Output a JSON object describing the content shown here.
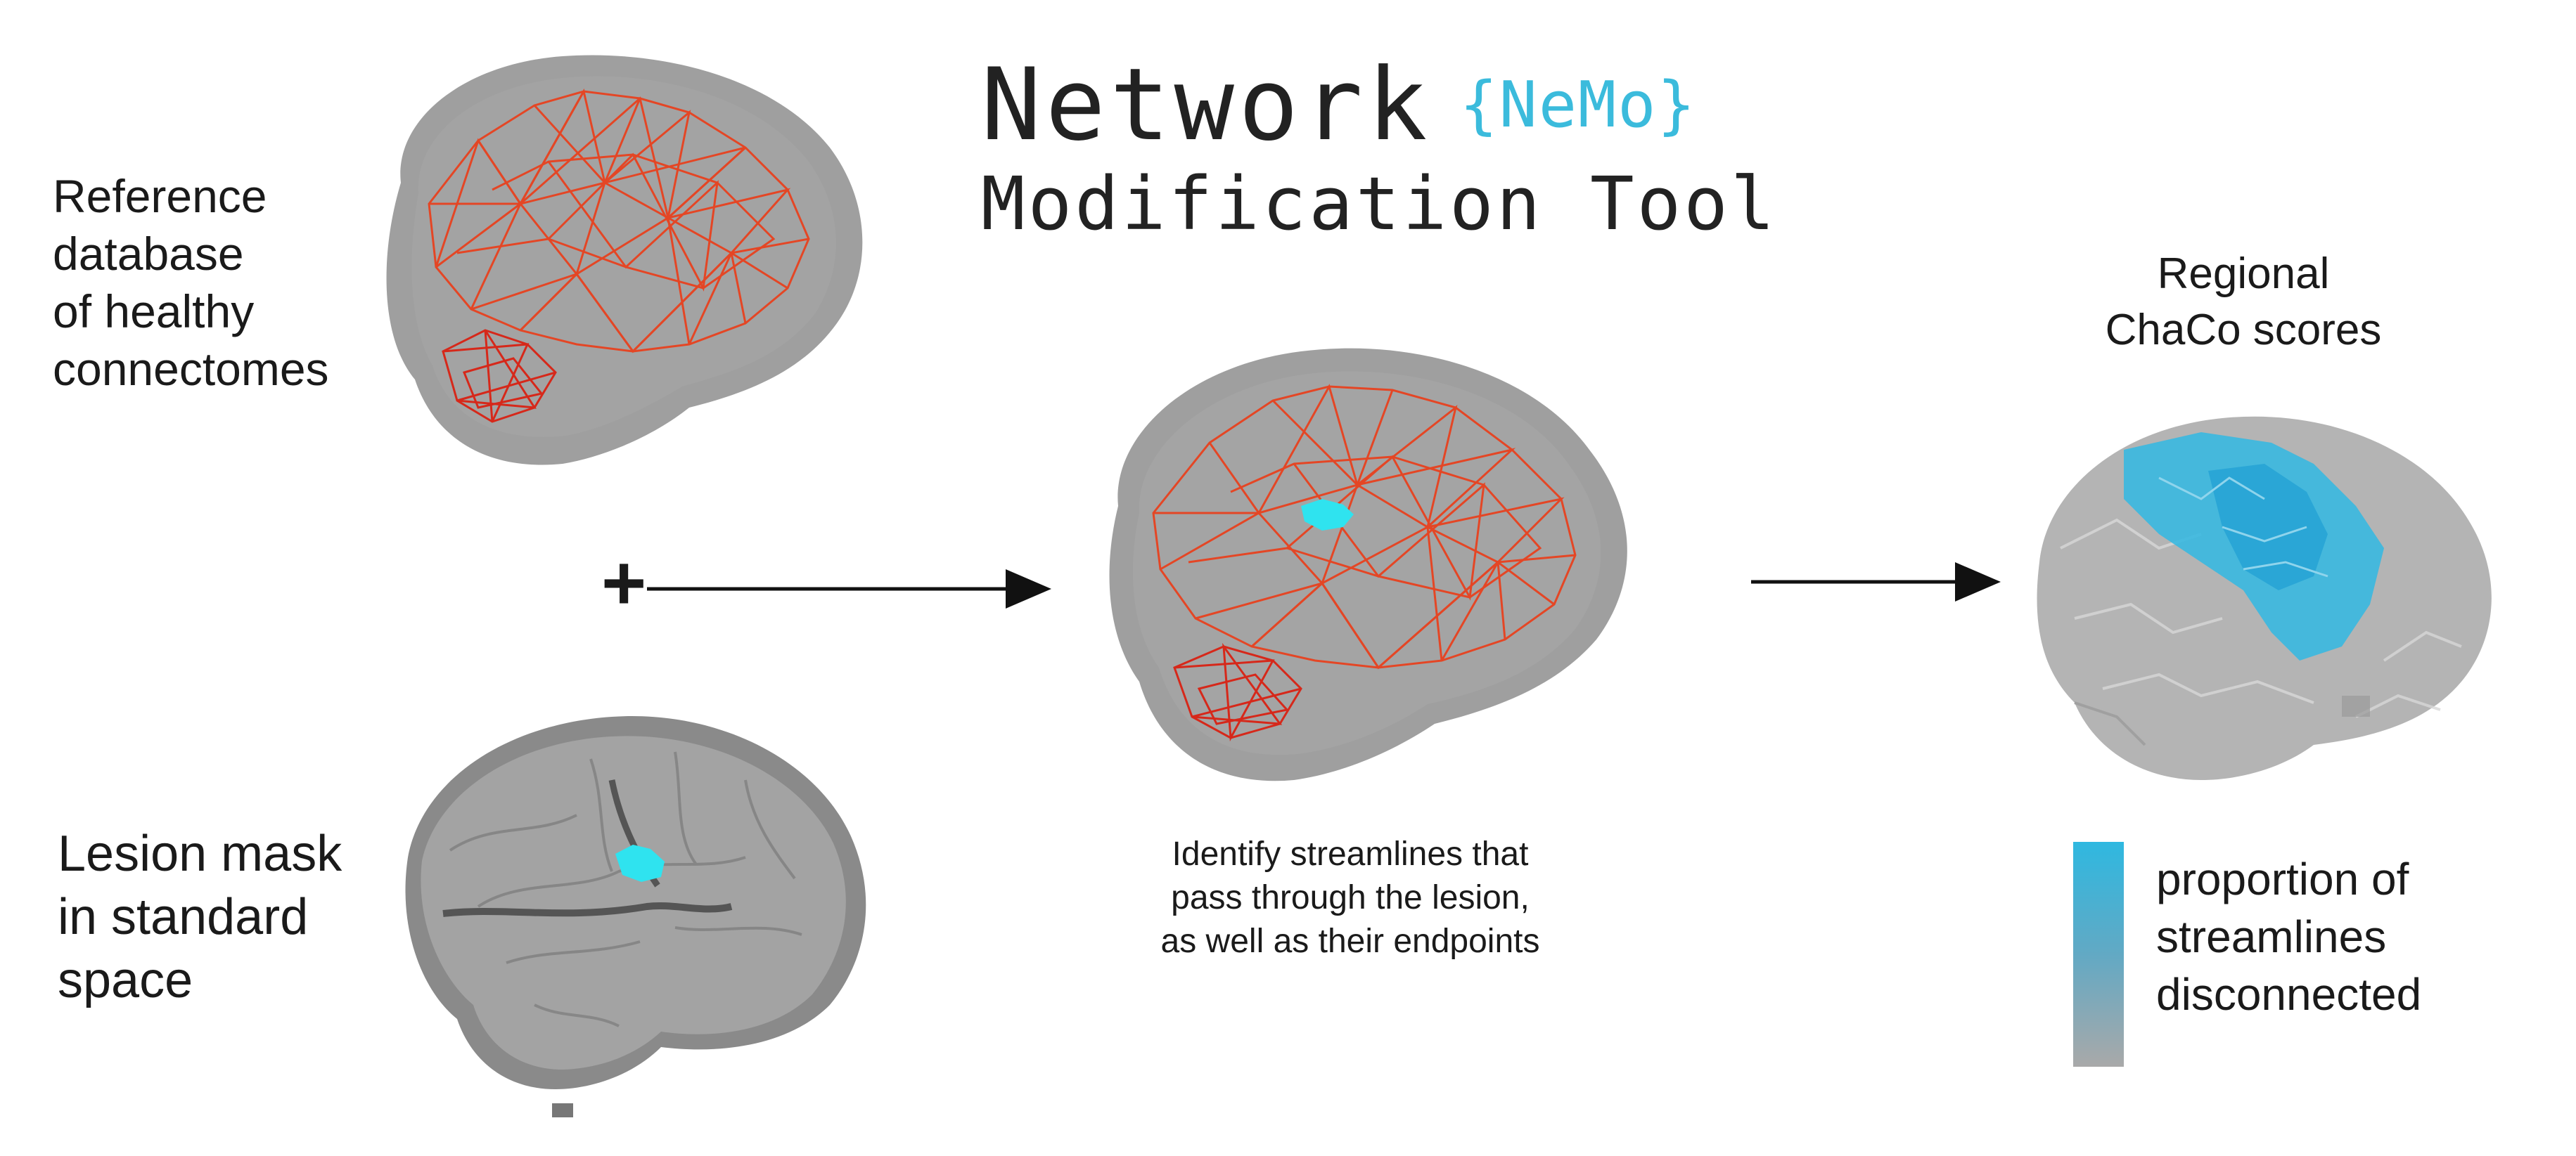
{
  "title": {
    "line1": "Network",
    "accent": "{NeMo}",
    "line2": "Modification Tool"
  },
  "inputs": {
    "reference_label": [
      "Reference",
      "database",
      "of healthy",
      "connectomes"
    ],
    "lesion_label": [
      "Lesion mask",
      "in standard",
      "space"
    ],
    "plus_symbol": "+"
  },
  "process": {
    "description": [
      "Identify streamlines that",
      "pass through the lesion,",
      "as well as their endpoints"
    ]
  },
  "output": {
    "heading": [
      "Regional",
      "ChaCo scores"
    ],
    "legend_label": [
      "proportion of",
      "streamlines",
      "disconnected"
    ]
  },
  "colors": {
    "network_edges": "#e8421f",
    "brain_shell": "#9a9a9a",
    "lesion": "#2fe3ef",
    "chaco_high": "#38b8e0",
    "chaco_low": "#a8a8a8",
    "accent_text": "#3bbbdc"
  },
  "icons": [
    "connectome-brain-icon",
    "lesion-brain-icon",
    "overlay-brain-icon",
    "chaco-brain-icon",
    "arrow-right-icon"
  ]
}
